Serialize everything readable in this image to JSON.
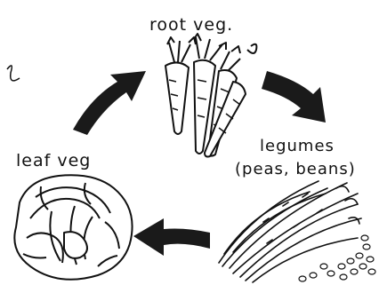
{
  "labels": {
    "root": "root veg.",
    "legumes_line1": "legumes",
    "legumes_line2": "(peas, beans)",
    "leaf": "leaf veg"
  },
  "stages": [
    {
      "id": "root",
      "icon": "carrot-bunch-icon"
    },
    {
      "id": "legumes",
      "icon": "bean-pods-icon"
    },
    {
      "id": "leaf",
      "icon": "cabbage-icon"
    }
  ],
  "colors": {
    "ink": "#111111",
    "arrow": "#1a1a1a",
    "background": "#ffffff"
  }
}
